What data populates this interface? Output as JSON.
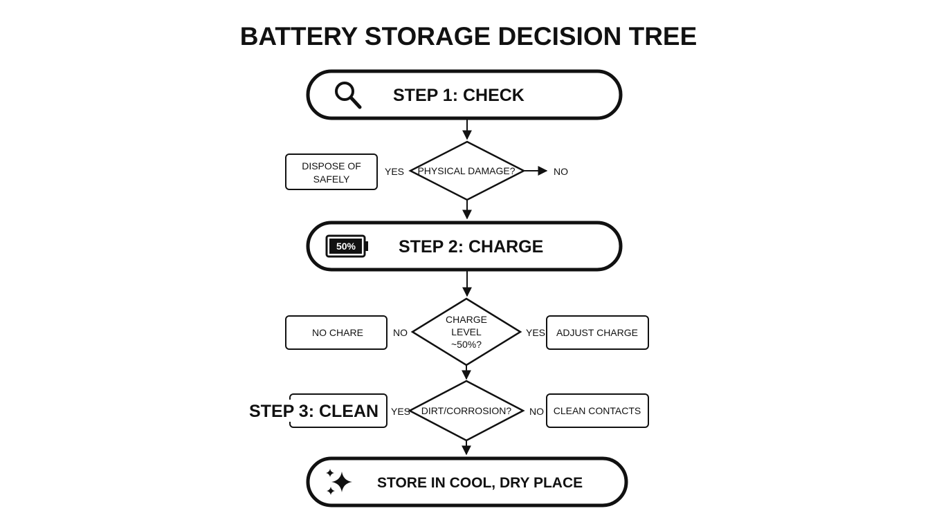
{
  "title": "BATTERY STORAGE DECISION TREE",
  "steps": {
    "check": {
      "label": "STEP 1: CHECK",
      "icon": "magnifier-icon"
    },
    "charge": {
      "label": "STEP 2: CHARGE",
      "icon": "battery-icon",
      "battery_label": "50%",
      "battery_fill": 0.5
    },
    "clean": {
      "label": "STEP 3: CLEAN"
    },
    "store": {
      "label": "STORE IN COOL, DRY PLACE",
      "icon": "sparkle-icon"
    }
  },
  "decisions": {
    "damage": {
      "question": "PHYSICAL DAMAGE?",
      "yes_label": "YES",
      "no_label": "NO"
    },
    "charge_level": {
      "line1": "CHARGE",
      "line2": "LEVEL",
      "line3": "~50%?",
      "no_label": "NO",
      "yes_label": "YES"
    },
    "dirt": {
      "question": "DIRT/CORROSION?",
      "yes_label": "YES",
      "no_label": "NO"
    }
  },
  "outcomes": {
    "dispose": {
      "line1": "DISPOSE OF",
      "line2": "SAFELY"
    },
    "no_charge": "NO CHARE",
    "adjust_charge": "ADJUST CHARGE",
    "clean_contacts": "CLEAN CONTACTS"
  },
  "colors": {
    "ink": "#111111",
    "background": "#ffffff"
  }
}
